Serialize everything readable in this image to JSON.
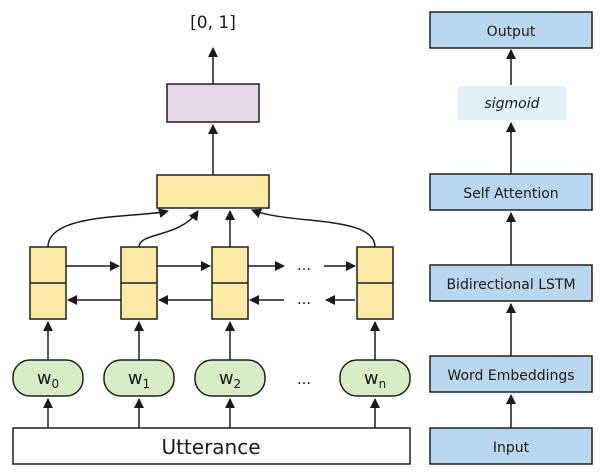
{
  "model": {
    "output_range": "[0, 1]",
    "utterance": "Utterance",
    "words": [
      {
        "base": "w",
        "sub": "0"
      },
      {
        "base": "w",
        "sub": "1"
      },
      {
        "base": "w",
        "sub": "2"
      },
      {
        "base": "w",
        "sub": "n"
      }
    ],
    "ellipsis": "..."
  },
  "pipeline": {
    "output": "Output",
    "sigmoid": "sigmoid",
    "self_attention": "Self Attention",
    "bilstm": "Bidirectional LSTM",
    "embeddings": "Word Embeddings",
    "input": "Input"
  },
  "colors": {
    "blue": "#b9d7ee",
    "yellow": "#fde9a6",
    "purple": "#e4d8e8",
    "green": "#d8ecc6",
    "sigmoid_bg": "#e3f0f8"
  }
}
